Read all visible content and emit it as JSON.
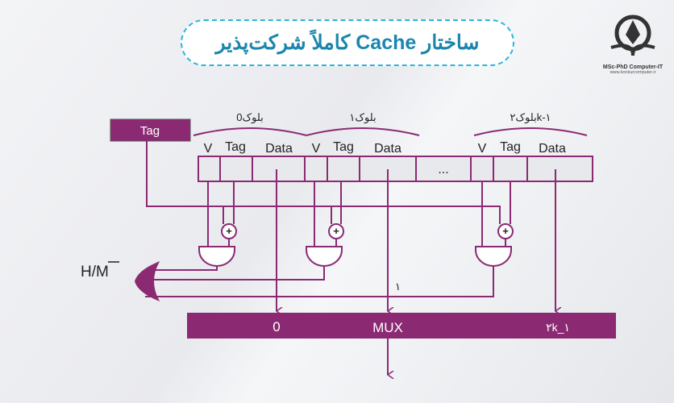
{
  "title": "ساختار Cache کاملاً شرکت‌پذیر",
  "logo": {
    "line1": "MSc-PhD Computer-IT",
    "line2": "www.konkurcomputer.ir"
  },
  "diagram": {
    "tag_box": "Tag",
    "blocks": [
      {
        "label": "بلوک0",
        "fields": [
          "V",
          "Tag",
          "Data"
        ]
      },
      {
        "label": "بلوک۱",
        "fields": [
          "V",
          "Tag",
          "Data"
        ]
      },
      {
        "label": "بلوک۲k-۱",
        "fields": [
          "V",
          "Tag",
          "Data"
        ]
      }
    ],
    "ellipsis": "...",
    "xor_symbol": "+",
    "hit_label": "H/M",
    "line_label": "۱",
    "mux": {
      "label": "MUX",
      "input0": "0",
      "input_last": "۲k_۱"
    }
  },
  "colors": {
    "accent": "#8b2a73",
    "title_border": "#2bb6d9",
    "title_text": "#1b86ad"
  }
}
